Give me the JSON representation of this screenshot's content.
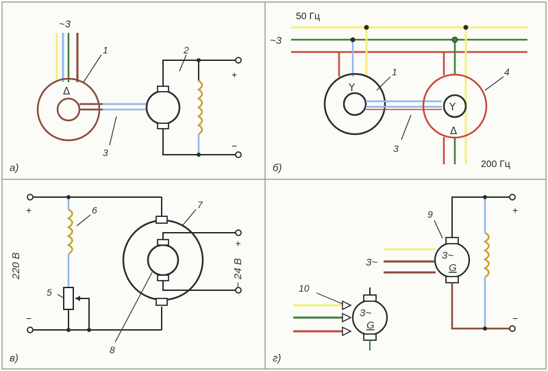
{
  "panels": {
    "a": {
      "label": "а)",
      "supply": "~3",
      "delta": "Δ",
      "n1": "1",
      "n2": "2",
      "n3": "3",
      "plus": "+",
      "minus": "−"
    },
    "b": {
      "label": "б)",
      "freq_top": "50 Гц",
      "supply": "~3",
      "star1": "Y",
      "star2": "Y",
      "delta": "Δ",
      "n1": "1",
      "n3": "3",
      "n4": "4",
      "freq_bottom": "200 Гц"
    },
    "v": {
      "label": "в)",
      "plus": "+",
      "minus": "−",
      "voltage_main": "220 В",
      "voltage_aux": "24 В",
      "aux_plus": "+",
      "aux_minus": "−",
      "n5": "5",
      "n6": "6",
      "n7": "7",
      "n8": "8"
    },
    "g": {
      "label": "г)",
      "supply": "3~",
      "n9": "9",
      "n10": "10",
      "gen_top": "3~",
      "gen_top_g": "G",
      "gen_bot": "3~",
      "gen_bot_g": "G",
      "plus": "+",
      "minus": "−"
    }
  },
  "colors": {
    "yellow": "#f2f07a",
    "blue": "#8fb8e6",
    "brown": "#8a4a3a",
    "green": "#3f7f3a",
    "red": "#c8453a",
    "line": "#2b2b2b",
    "frame": "#9a9a9a"
  }
}
